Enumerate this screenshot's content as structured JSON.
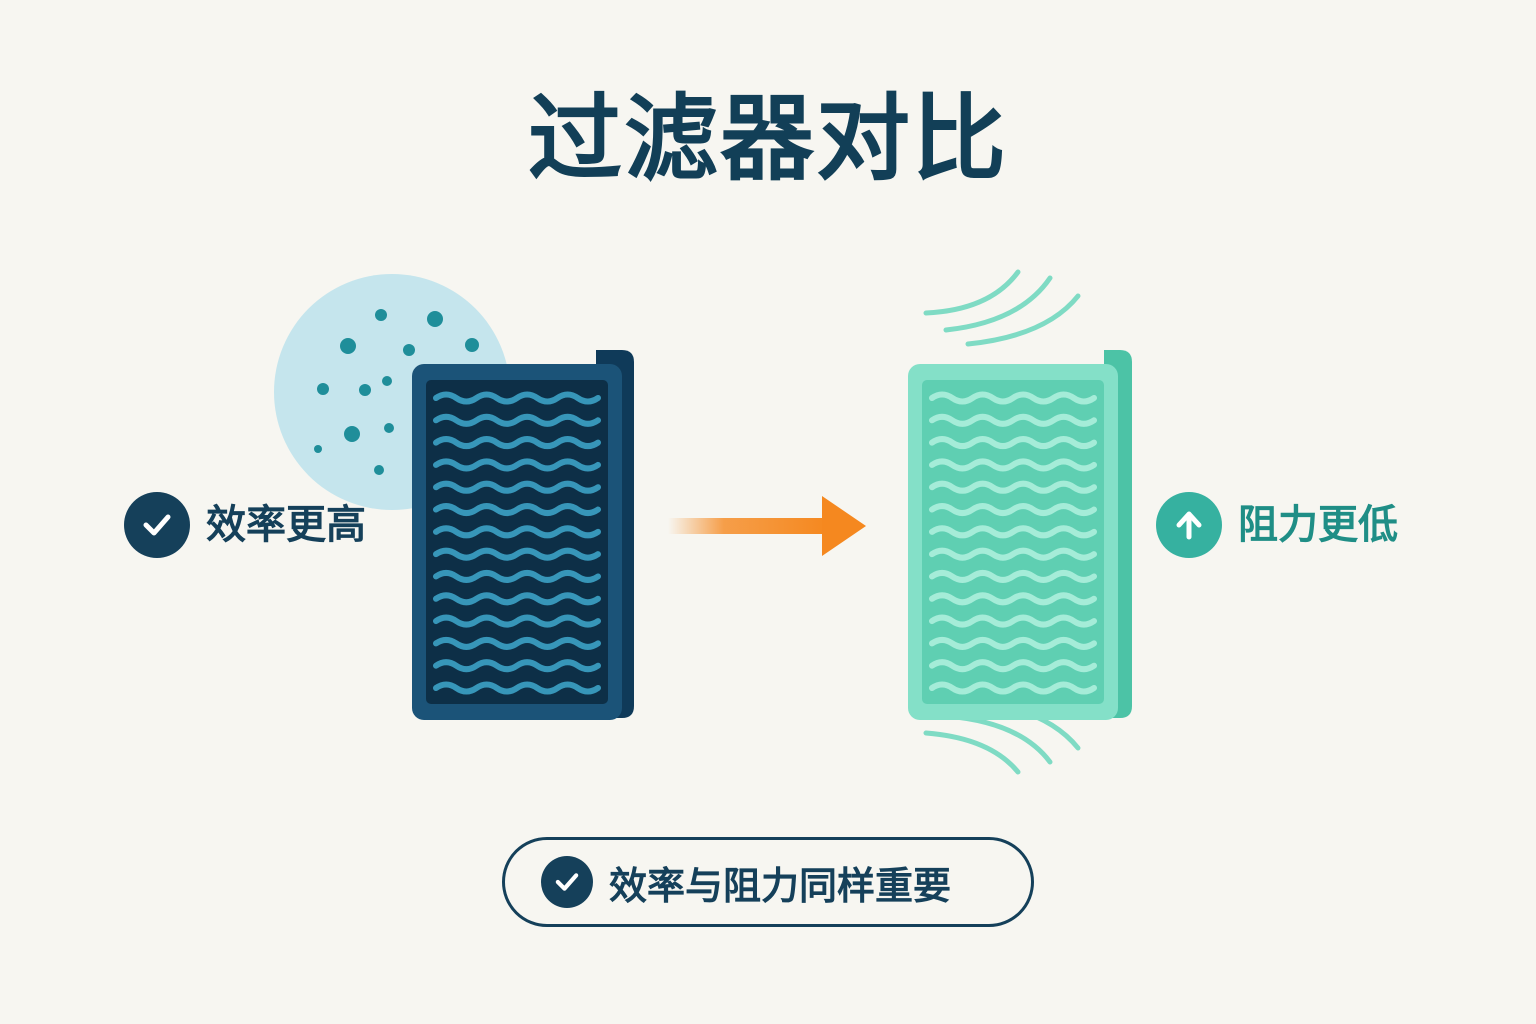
{
  "title": "过滤器对比",
  "left": {
    "label": "效率更高",
    "badge_icon": "check-icon",
    "color": "#15405a"
  },
  "right": {
    "label": "阻力更低",
    "badge_icon": "arrow-up-icon",
    "color": "#1f8e86"
  },
  "bottom": {
    "label": "效率与阻力同样重要",
    "badge_icon": "check-icon"
  },
  "colors": {
    "background": "#f7f6f1",
    "dark_filter": "#1b5378",
    "light_filter": "#7fdbc4",
    "arrow": "#f5881f",
    "particle_cloud": "#bfe3ec",
    "particles": "#1f8e9a"
  }
}
